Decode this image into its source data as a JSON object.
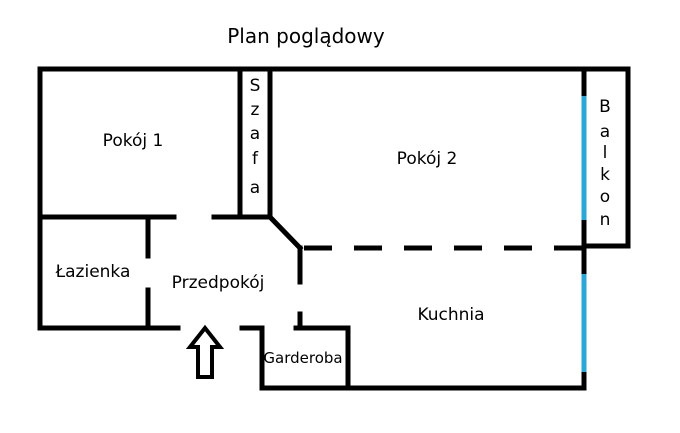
{
  "title": "Plan poglądowy",
  "rooms": {
    "pokoj1": "Pokój 1",
    "pokoj2": "Pokój 2",
    "lazienka": "Łazienka",
    "przedpokoj": "Przedpokój",
    "kuchnia": "Kuchnia",
    "garderoba": "Garderoba"
  },
  "vertical_labels": {
    "szafa": [
      "S",
      "z",
      "a",
      "f",
      "a"
    ],
    "balkon": [
      "B",
      "a",
      "l",
      "k",
      "o",
      "n"
    ]
  },
  "colors": {
    "walls": "#000000",
    "windows": "#2aa7d6"
  },
  "icons": {
    "entrance": "entrance-arrow-icon"
  }
}
